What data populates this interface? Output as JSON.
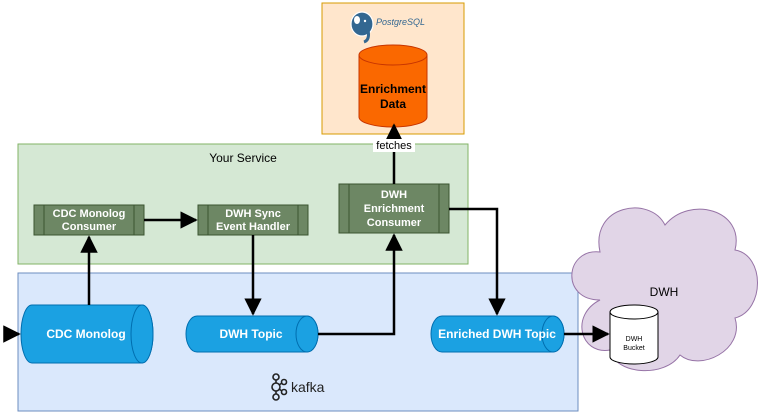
{
  "postgres_box": {
    "logo_text": "PostgreSQL",
    "db_label_line1": "Enrichment",
    "db_label_line2": "Data"
  },
  "your_service": {
    "title": "Your Service"
  },
  "components": {
    "cdc_monolog_consumer": {
      "line1": "CDC Monolog",
      "line2": "Consumer"
    },
    "dwh_sync_handler": {
      "line1": "DWH Sync",
      "line2": "Event Handler"
    },
    "dwh_enrichment_consumer": {
      "line1": "DWH",
      "line2": "Enrichment",
      "line3": "Consumer"
    }
  },
  "edges": {
    "fetches_label": "fetches"
  },
  "kafka": {
    "logo_text": "kafka",
    "topics": {
      "cdc_monolog": "CDC Monolog",
      "dwh_topic": "DWH Topic",
      "enriched_dwh_topic": "Enriched DWH Topic"
    }
  },
  "dwh_cloud": {
    "title": "DWH",
    "bucket_line1": "DWH",
    "bucket_line2": "Bucket"
  },
  "colors": {
    "postgres_fill": "#ffe6cc",
    "postgres_stroke": "#d79b00",
    "db_fill": "#fa6800",
    "db_stroke": "#c73500",
    "service_fill": "#d5e8d4",
    "service_stroke": "#82b366",
    "component_fill": "#6d8764",
    "component_stroke": "#3a5431",
    "kafka_fill": "#dae8fc",
    "kafka_stroke": "#6c8ebf",
    "topic_fill": "#1ba1e2",
    "topic_stroke": "#006eaf",
    "cloud_fill": "#e1d5e7",
    "cloud_stroke": "#9673a6",
    "pg_logo": "#336791"
  }
}
